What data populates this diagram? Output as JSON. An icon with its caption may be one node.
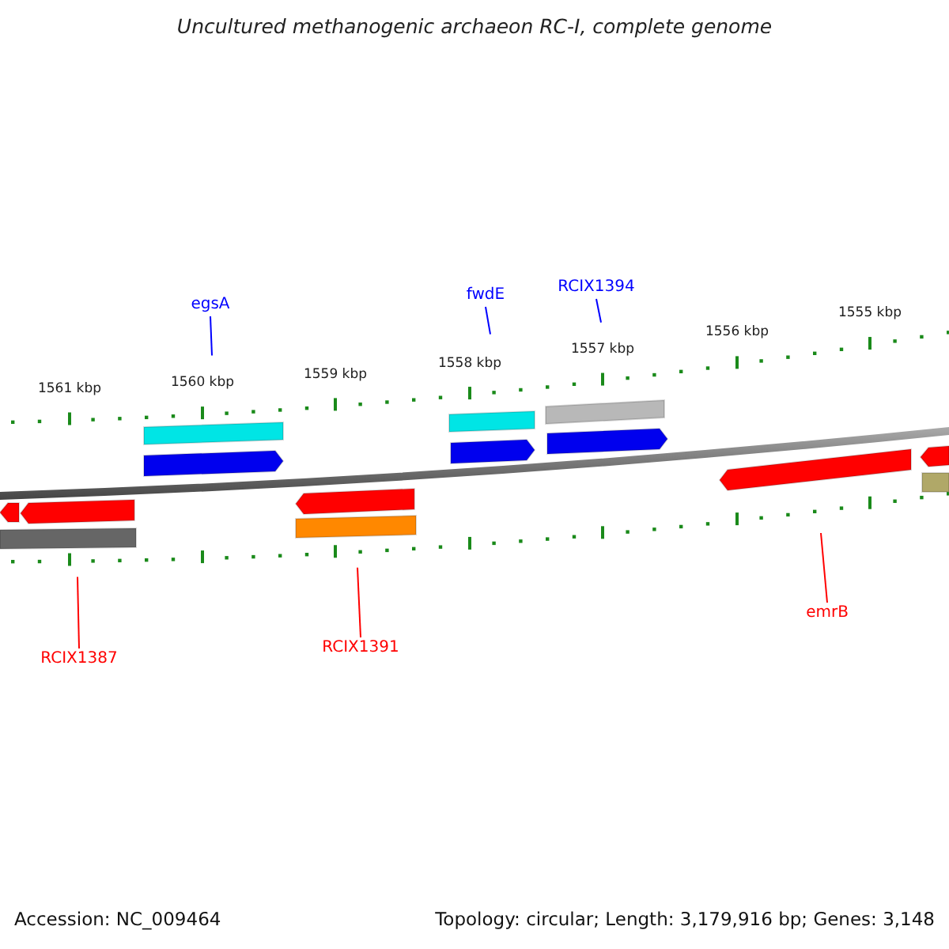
{
  "diagram": {
    "title": "Uncultured methanogenic archaeon RC-I, complete genome",
    "nodes": [
      {
        "text": [
          "egsA"
        ]
      },
      {
        "text": [
          "fwdE"
        ]
      },
      {
        "text": [
          "RCIX1394"
        ]
      },
      {
        "text": [
          "RCIX1387"
        ]
      },
      {
        "text": [
          "RCIX1391"
        ]
      },
      {
        "text": [
          "emrB"
        ]
      }
    ],
    "edges": [
      {
        "from": 0,
        "to": null,
        "arrow": "none",
        "color": "#0000ff"
      },
      {
        "from": 1,
        "to": null,
        "arrow": "none",
        "color": "#0000ff"
      },
      {
        "from": 2,
        "to": null,
        "arrow": "none",
        "color": "#0000ff"
      },
      {
        "from": 3,
        "to": null,
        "arrow": "none",
        "color": "#ff0000"
      },
      {
        "from": 4,
        "to": null,
        "arrow": "none",
        "color": "#ff0000"
      },
      {
        "from": 5,
        "to": null,
        "arrow": "none",
        "color": "#ff0000"
      }
    ],
    "labels": [
      "1561 kbp",
      "1560 kbp",
      "1559 kbp",
      "1558 kbp",
      "1557 kbp",
      "1556 kbp",
      "1555 kbp",
      "Accession: NC_009464",
      "Topology: circular; Length: 3,179,916 bp; Genes: 3,148"
    ]
  }
}
